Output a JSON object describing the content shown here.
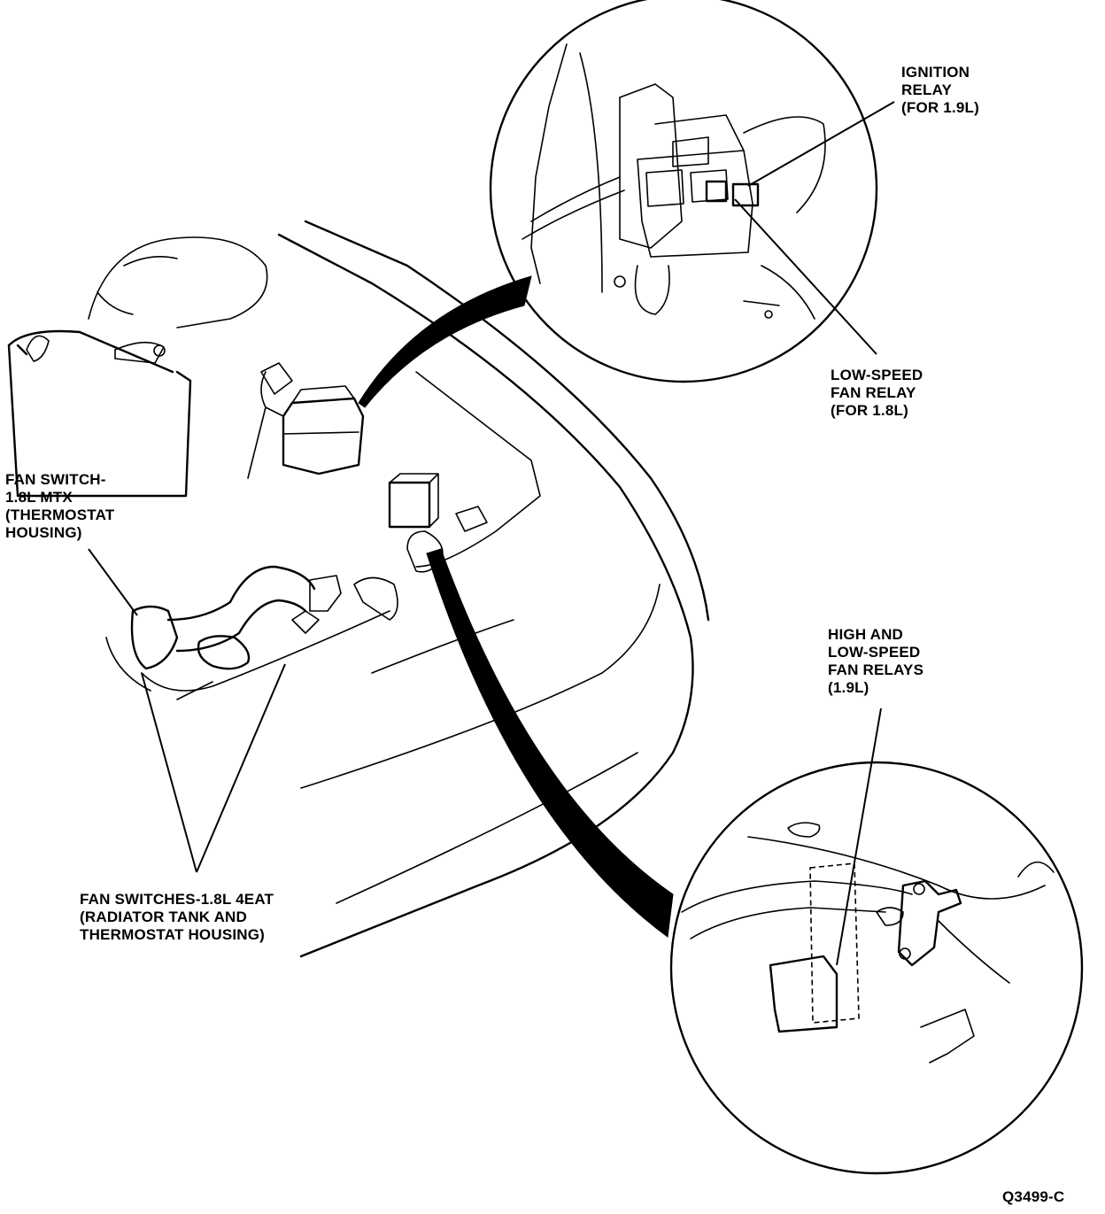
{
  "labels": {
    "ignition_relay": [
      "IGNITION",
      "RELAY",
      "(FOR 1.9L)"
    ],
    "low_speed_fan_relay": [
      "LOW-SPEED",
      "FAN RELAY",
      "(FOR 1.8L)"
    ],
    "fan_switch_mtx": [
      "FAN SWITCH-",
      "1.8L MTX",
      "(THERMOSTAT",
      "HOUSING)"
    ],
    "high_low_fan_relays": [
      "HIGH AND",
      "LOW-SPEED",
      "FAN RELAYS",
      "(1.9L)"
    ],
    "fan_switches_4eat": [
      "FAN SWITCHES-1.8L 4EAT",
      "(RADIATOR TANK AND",
      "THERMOSTAT HOUSING)"
    ]
  },
  "figure_code": "Q3499-C"
}
